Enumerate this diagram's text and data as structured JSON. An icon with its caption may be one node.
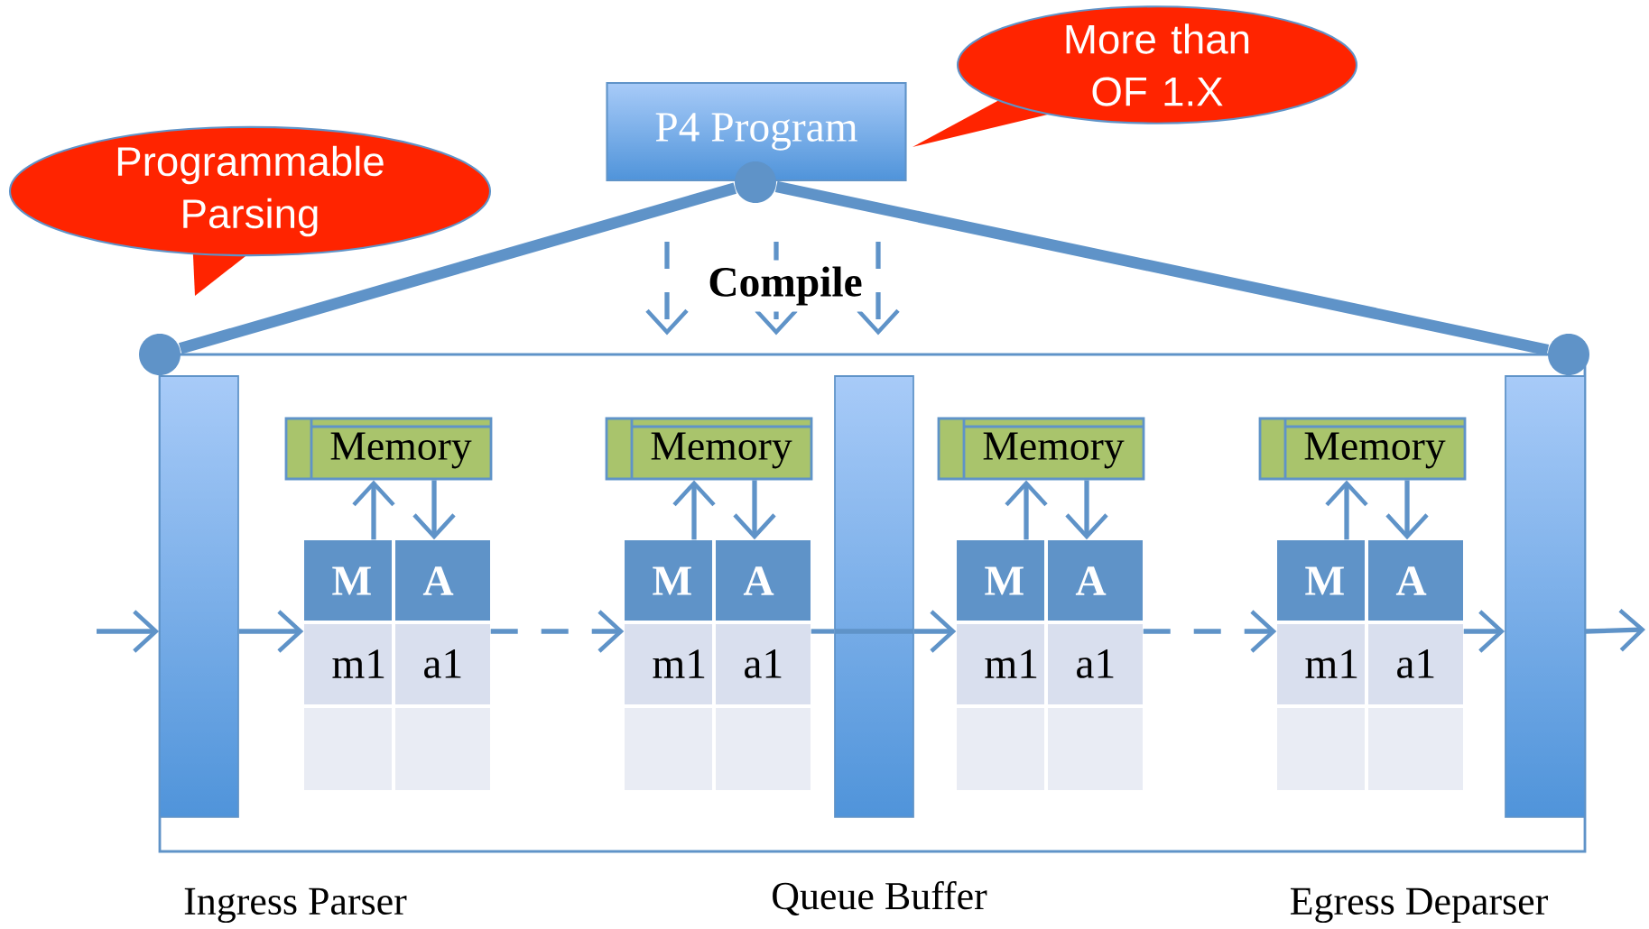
{
  "diagram": {
    "nodes": [
      {
        "text": [
          "P4 Program"
        ]
      },
      {
        "text": [
          "More than OF 1.X"
        ]
      },
      {
        "text": [
          "Programmable Parsing"
        ]
      },
      {
        "text": [],
        "shape": "circle"
      },
      {
        "text": [],
        "shape": "box"
      },
      {
        "text": [],
        "shape": "circle"
      },
      {
        "text": [],
        "shape": "circle"
      },
      {
        "text": [],
        "shape": "bar",
        "in": 4,
        "beside": [
          "Ingress Parser"
        ]
      },
      {
        "text": [
          "Memory"
        ],
        "in": 4
      },
      {
        "text": [
          "M",
          "A",
          "m1",
          "a1"
        ],
        "in": 4
      },
      {
        "text": [
          "Memory"
        ],
        "in": 4
      },
      {
        "text": [
          "M",
          "A",
          "m1",
          "a1"
        ],
        "in": 4
      },
      {
        "text": [],
        "shape": "bar",
        "in": 4,
        "beside": [
          "Queue Buffer"
        ]
      },
      {
        "text": [
          "Memory"
        ],
        "in": 4
      },
      {
        "text": [
          "M",
          "A",
          "m1",
          "a1"
        ],
        "in": 4
      },
      {
        "text": [
          "Memory"
        ],
        "in": 4
      },
      {
        "text": [
          "M",
          "A",
          "m1",
          "a1"
        ],
        "in": 4
      },
      {
        "text": [],
        "shape": "bar",
        "in": 4,
        "beside": [
          "Egress Deparser"
        ]
      }
    ],
    "edges": [
      {
        "from": 3,
        "to": 5,
        "arrow": "none",
        "style": "thick"
      },
      {
        "from": 3,
        "to": 6,
        "arrow": "none",
        "style": "thick"
      },
      {
        "from": null,
        "to": 4,
        "arrow": "to",
        "style": "dashed"
      },
      {
        "from": null,
        "to": 4,
        "arrow": "to",
        "style": "dashed"
      },
      {
        "from": null,
        "to": 4,
        "arrow": "to",
        "style": "dashed"
      },
      {
        "from": null,
        "to": 7,
        "arrow": "to"
      },
      {
        "from": 7,
        "to": 9,
        "arrow": "to"
      },
      {
        "from": 9,
        "to": 11,
        "arrow": "to",
        "style": "dashed"
      },
      {
        "from": 11,
        "to": 12,
        "arrow": "none"
      },
      {
        "from": 12,
        "to": 14,
        "arrow": "to"
      },
      {
        "from": 14,
        "to": 16,
        "arrow": "to",
        "style": "dashed"
      },
      {
        "from": 16,
        "to": 17,
        "arrow": "to"
      },
      {
        "from": 17,
        "to": null,
        "arrow": "to"
      },
      {
        "from": 9,
        "to": 8,
        "arrow": "to"
      },
      {
        "from": 8,
        "to": 9,
        "arrow": "to"
      },
      {
        "from": 11,
        "to": 10,
        "arrow": "to"
      },
      {
        "from": 10,
        "to": 11,
        "arrow": "to"
      },
      {
        "from": 14,
        "to": 13,
        "arrow": "to"
      },
      {
        "from": 13,
        "to": 14,
        "arrow": "to"
      },
      {
        "from": 16,
        "to": 15,
        "arrow": "to"
      },
      {
        "from": 15,
        "to": 16,
        "arrow": "to"
      }
    ],
    "labels": [
      "Compile"
    ]
  }
}
